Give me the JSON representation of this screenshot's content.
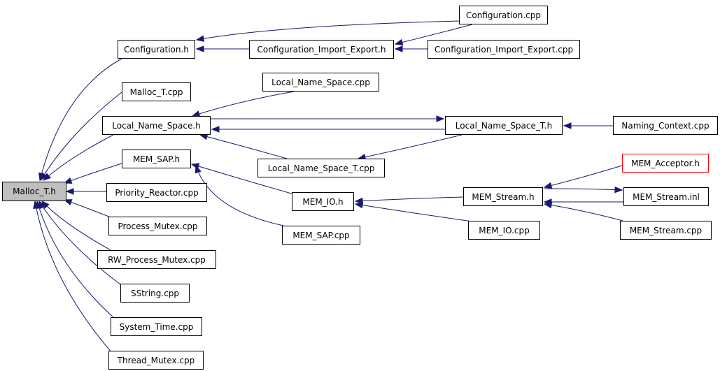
{
  "graph": {
    "edge_color": "#191970",
    "node_border_color": "#000000",
    "root_fill_color": "#bfbfbf",
    "highlight_border_color": "#ff0000",
    "nodes": [
      {
        "id": "malloc_t_h",
        "label": "Malloc_T.h",
        "root": true
      },
      {
        "id": "configuration_h",
        "label": "Configuration.h"
      },
      {
        "id": "malloc_t_cpp",
        "label": "Malloc_T.cpp"
      },
      {
        "id": "local_name_space_h",
        "label": "Local_Name_Space.h"
      },
      {
        "id": "mem_sap_h",
        "label": "MEM_SAP.h"
      },
      {
        "id": "priority_reactor_cpp",
        "label": "Priority_Reactor.cpp"
      },
      {
        "id": "process_mutex_cpp",
        "label": "Process_Mutex.cpp"
      },
      {
        "id": "rw_process_mutex_cpp",
        "label": "RW_Process_Mutex.cpp"
      },
      {
        "id": "sstring_cpp",
        "label": "SString.cpp"
      },
      {
        "id": "system_time_cpp",
        "label": "System_Time.cpp"
      },
      {
        "id": "thread_mutex_cpp",
        "label": "Thread_Mutex.cpp"
      },
      {
        "id": "configuration_cpp",
        "label": "Configuration.cpp"
      },
      {
        "id": "configuration_import_export_h",
        "label": "Configuration_Import_Export.h"
      },
      {
        "id": "configuration_import_export_cpp",
        "label": "Configuration_Import_Export.cpp"
      },
      {
        "id": "local_name_space_cpp",
        "label": "Local_Name_Space.cpp"
      },
      {
        "id": "local_name_space_t_h",
        "label": "Local_Name_Space_T.h"
      },
      {
        "id": "local_name_space_t_cpp",
        "label": "Local_Name_Space_T.cpp"
      },
      {
        "id": "naming_context_cpp",
        "label": "Naming_Context.cpp"
      },
      {
        "id": "mem_io_h",
        "label": "MEM_IO.h"
      },
      {
        "id": "mem_sap_cpp",
        "label": "MEM_SAP.cpp"
      },
      {
        "id": "mem_stream_h",
        "label": "MEM_Stream.h"
      },
      {
        "id": "mem_io_cpp",
        "label": "MEM_IO.cpp"
      },
      {
        "id": "mem_acceptor_h",
        "label": "MEM_Acceptor.h",
        "highlight": true
      },
      {
        "id": "mem_stream_inl",
        "label": "MEM_Stream.inl"
      },
      {
        "id": "mem_stream_cpp",
        "label": "MEM_Stream.cpp"
      }
    ],
    "edges": [
      {
        "from": "configuration_h",
        "to": "malloc_t_h"
      },
      {
        "from": "malloc_t_cpp",
        "to": "malloc_t_h"
      },
      {
        "from": "local_name_space_h",
        "to": "malloc_t_h"
      },
      {
        "from": "mem_sap_h",
        "to": "malloc_t_h"
      },
      {
        "from": "priority_reactor_cpp",
        "to": "malloc_t_h"
      },
      {
        "from": "process_mutex_cpp",
        "to": "malloc_t_h"
      },
      {
        "from": "rw_process_mutex_cpp",
        "to": "malloc_t_h"
      },
      {
        "from": "sstring_cpp",
        "to": "malloc_t_h"
      },
      {
        "from": "system_time_cpp",
        "to": "malloc_t_h"
      },
      {
        "from": "thread_mutex_cpp",
        "to": "malloc_t_h"
      },
      {
        "from": "configuration_cpp",
        "to": "configuration_h"
      },
      {
        "from": "configuration_import_export_h",
        "to": "configuration_h"
      },
      {
        "from": "configuration_cpp",
        "to": "configuration_import_export_h"
      },
      {
        "from": "configuration_import_export_cpp",
        "to": "configuration_import_export_h"
      },
      {
        "from": "local_name_space_cpp",
        "to": "local_name_space_h"
      },
      {
        "from": "local_name_space_t_h",
        "to": "local_name_space_h"
      },
      {
        "from": "local_name_space_t_cpp",
        "to": "local_name_space_h"
      },
      {
        "from": "local_name_space_h",
        "to": "local_name_space_t_h"
      },
      {
        "from": "naming_context_cpp",
        "to": "local_name_space_t_h"
      },
      {
        "from": "local_name_space_t_h",
        "to": "local_name_space_t_cpp"
      },
      {
        "from": "mem_io_h",
        "to": "mem_sap_h"
      },
      {
        "from": "mem_sap_cpp",
        "to": "mem_sap_h"
      },
      {
        "from": "mem_stream_h",
        "to": "mem_io_h"
      },
      {
        "from": "mem_io_cpp",
        "to": "mem_io_h"
      },
      {
        "from": "mem_acceptor_h",
        "to": "mem_stream_h"
      },
      {
        "from": "mem_stream_inl",
        "to": "mem_stream_h"
      },
      {
        "from": "mem_stream_cpp",
        "to": "mem_stream_h"
      },
      {
        "from": "mem_stream_h",
        "to": "mem_stream_inl"
      }
    ]
  }
}
